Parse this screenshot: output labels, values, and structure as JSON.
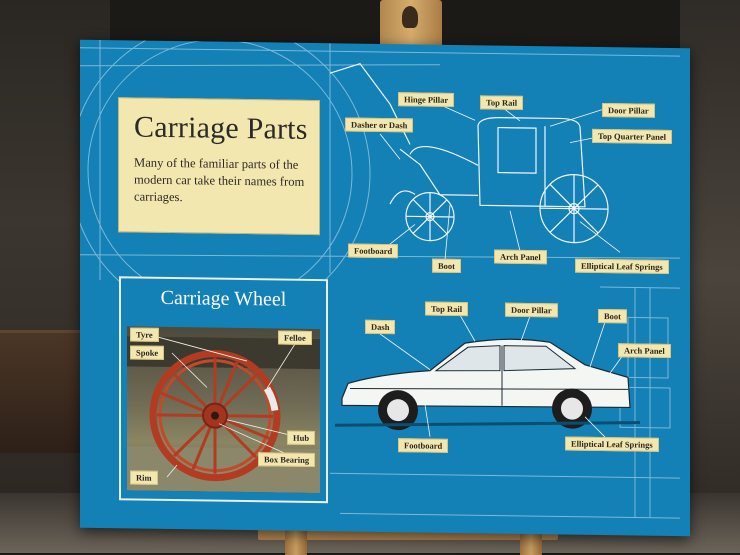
{
  "sign": {
    "title": "Carriage Parts",
    "intro": "Many of the familiar parts of the modern car take their names from carriages.",
    "wheel_title": "Carriage Wheel"
  },
  "carriage_labels": {
    "hinge_pillar": "Hinge Pillar",
    "top_rail": "Top Rail",
    "door_pillar": "Door Pillar",
    "top_quarter_panel": "Top Quarter Panel",
    "dasher_or_dash": "Dasher or Dash",
    "footboard": "Footboard",
    "boot": "Boot",
    "arch_panel": "Arch Panel",
    "elliptical_leaf_springs": "Elliptical Leaf Springs"
  },
  "car_labels": {
    "top_rail": "Top Rail",
    "door_pillar": "Door Pillar",
    "boot": "Boot",
    "dash": "Dash",
    "arch_panel": "Arch Panel",
    "footboard": "Footboard",
    "elliptical_leaf_springs": "Elliptical Leaf Springs"
  },
  "wheel_labels": {
    "tyre": "Tyre",
    "spoke": "Spoke",
    "felloe": "Felloe",
    "hub": "Hub",
    "box_bearing": "Box Bearing",
    "rim": "Rim"
  },
  "colors": {
    "board_blue": "#1380b6",
    "label_cream": "#f3e7b0",
    "blueprint_line": "#cfe6f2"
  }
}
